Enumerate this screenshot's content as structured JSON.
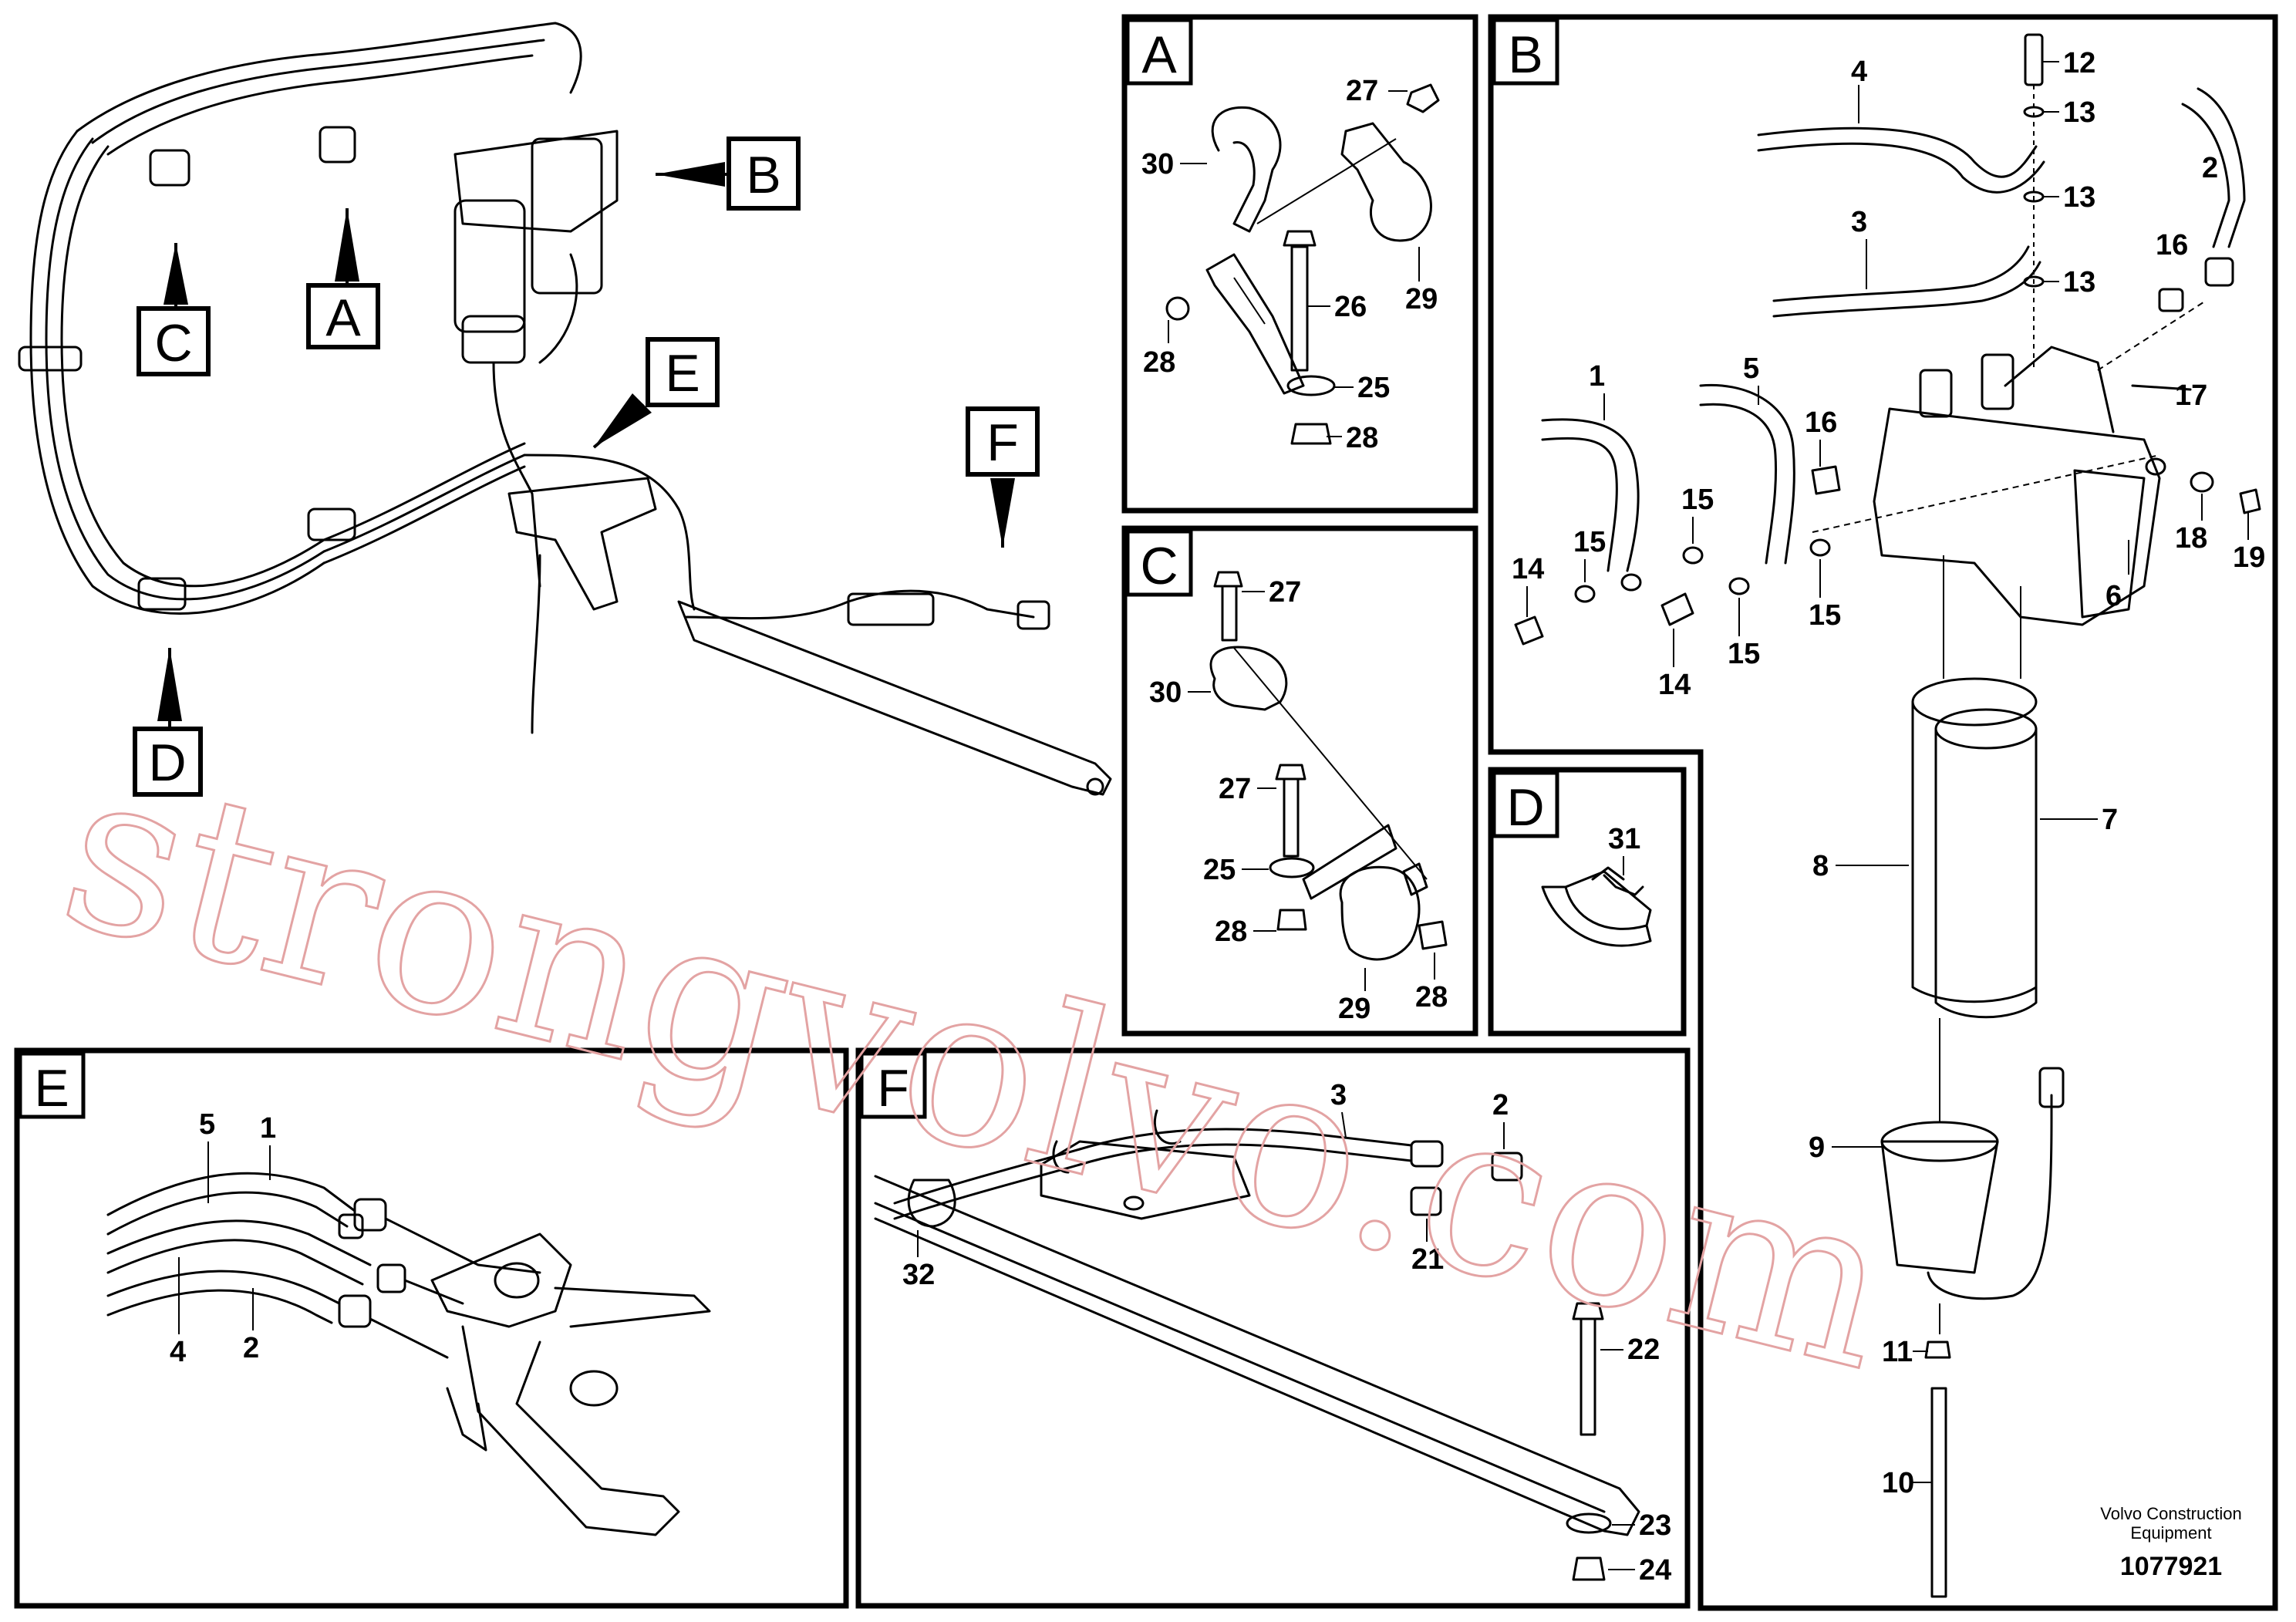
{
  "views": {
    "A": {
      "tag": "A"
    },
    "B": {
      "tag": "B"
    },
    "C": {
      "tag": "C"
    },
    "D": {
      "tag": "D"
    },
    "E": {
      "tag": "E"
    },
    "F": {
      "tag": "F"
    }
  },
  "overview_callouts": [
    "A",
    "B",
    "C",
    "D",
    "E",
    "F"
  ],
  "part_numbers": {
    "a": [
      "27",
      "30",
      "26",
      "29",
      "28",
      "25",
      "28"
    ],
    "b": [
      "12",
      "13",
      "13",
      "13",
      "4",
      "2",
      "3",
      "16",
      "17",
      "1",
      "5",
      "16",
      "15",
      "15",
      "14",
      "15",
      "14",
      "15",
      "6",
      "18",
      "19",
      "7",
      "8",
      "9",
      "11",
      "10"
    ],
    "c": [
      "27",
      "30",
      "27",
      "25",
      "28",
      "29",
      "28"
    ],
    "d": [
      "31"
    ],
    "e": [
      "5",
      "1",
      "4",
      "2"
    ],
    "f": [
      "3",
      "2",
      "21",
      "32",
      "22",
      "23",
      "24"
    ]
  },
  "credit": {
    "line1": "Volvo Construction",
    "line2": "Equipment",
    "code": "1077921"
  },
  "watermark": "strongvolvo.com"
}
